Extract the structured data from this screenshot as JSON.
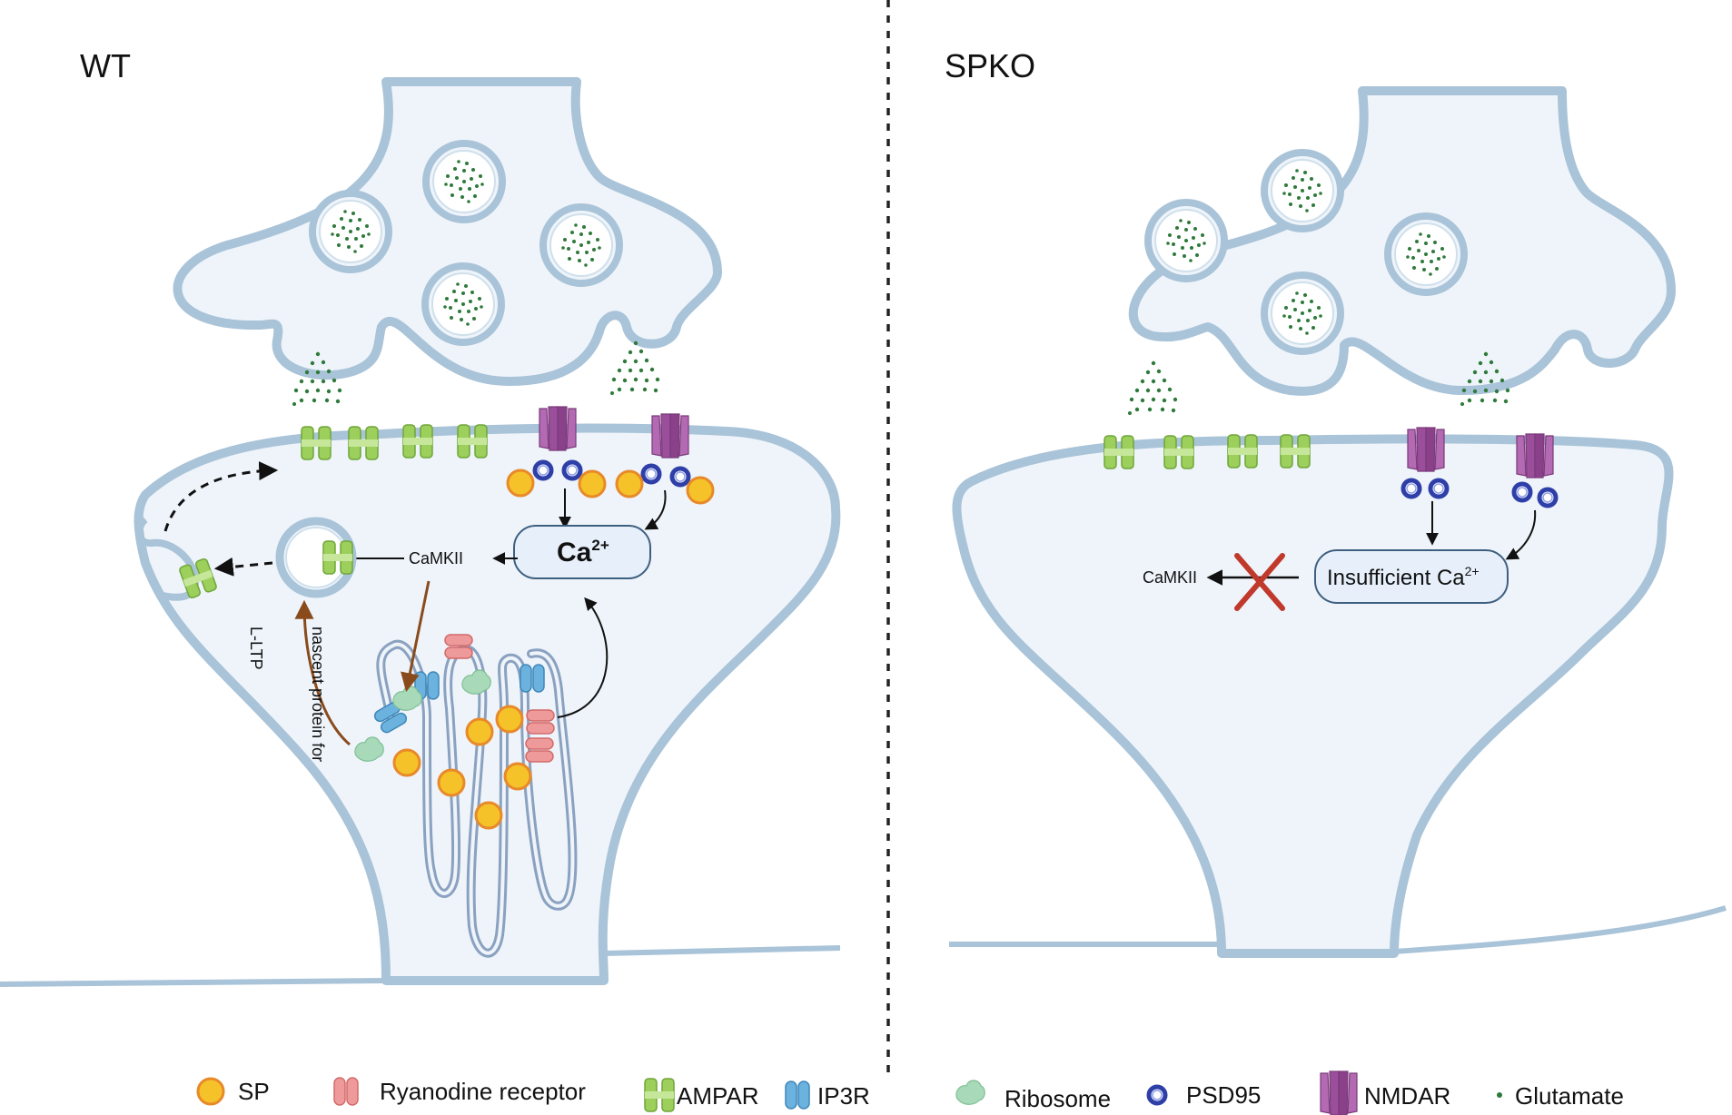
{
  "panels": {
    "wt": {
      "title": "WT",
      "camkii": "CaMKII",
      "ca_base": "Ca",
      "ca_sup": "2+",
      "nascent_line1": "nascent protein for",
      "nascent_line2": "L-LTP"
    },
    "spko": {
      "title": "SPKO",
      "camkii": "CaMKII",
      "insufficient_base": "Insufficient Ca",
      "insufficient_sup": "2+"
    }
  },
  "legend": [
    {
      "icon": "sp-icon",
      "label": "SP"
    },
    {
      "icon": "ryanodine-receptor-icon",
      "label": "Ryanodine receptor"
    },
    {
      "icon": "ampar-icon",
      "label": "AMPAR"
    },
    {
      "icon": "ip3r-icon",
      "label": "IP3R"
    },
    {
      "icon": "ribosome-icon",
      "label": "Ribosome"
    },
    {
      "icon": "psd95-icon",
      "label": "PSD95"
    },
    {
      "icon": "nmdar-icon",
      "label": "NMDAR"
    },
    {
      "icon": "glutamate-icon",
      "label": "Glutamate"
    }
  ],
  "colors": {
    "membrane_fill": "#eef4fa",
    "membrane_stroke": "#a9c3d8",
    "sp": "#f5c22a",
    "sp_edge": "#e8892a",
    "ampar": "#9ccf5b",
    "nmdar": "#9b4f9b",
    "psd95": "#2f3fa8",
    "ryanodine": "#ef9a9a",
    "ip3r": "#6bb2df",
    "ribosome": "#a8d9b8",
    "glutamate": "#2f7a3b",
    "arrow_brown": "#8a4b1c",
    "cross": "#c0392b"
  }
}
